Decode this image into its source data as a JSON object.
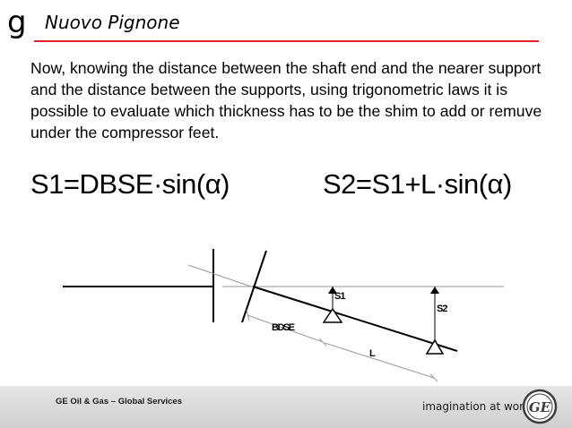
{
  "header": {
    "brand_letter": "g",
    "title": "Nuovo Pignone",
    "rule_color": "#e0242a"
  },
  "body": {
    "paragraph": "Now, knowing the distance between the shaft end and the nearer support and the distance between the supports, using trigonometric laws it is possible  to evaluate which thickness has to be the shim to add or remuve under the compressor feet."
  },
  "formulas": {
    "f1": "S1=DBSE·sin(α)",
    "f2": "S2=S1+L·sin(α)"
  },
  "diagram": {
    "label_s1": "S1",
    "label_s2": "S2",
    "label_bdse": "BDSE",
    "label_l": "L"
  },
  "footer": {
    "left_text": "GE Oil & Gas – Global Services",
    "tagline": "imagination at work",
    "logo_text": "GE"
  }
}
